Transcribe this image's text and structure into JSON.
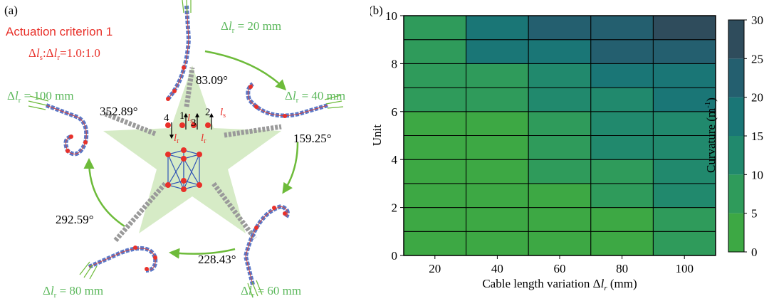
{
  "panel_a": {
    "label": "(a)",
    "criterion": "Actuation criterion 1",
    "ratio": {
      "d1": "Δ",
      "l1": "l",
      "s1": "s",
      "colon1": ":Δ",
      "l2": "l",
      "s2": "r",
      "rest": "=1.0:1.0"
    },
    "arm_labels": [
      {
        "delta": "Δ",
        "l": "l",
        "sub": "r",
        "rest": " = 20 mm"
      },
      {
        "delta": "Δ",
        "l": "l",
        "sub": "r",
        "rest": " = 40 mm"
      },
      {
        "delta": "Δ",
        "l": "l",
        "sub": "r",
        "rest": " = 60 mm"
      },
      {
        "delta": "Δ",
        "l": "l",
        "sub": "r",
        "rest": " = 80 mm"
      },
      {
        "delta": "Δ",
        "l": "l",
        "sub": "r",
        "rest": " = 100 mm"
      }
    ],
    "angles": [
      "83.09°",
      "159.25°",
      "228.43°",
      "292.59°",
      "352.89°"
    ],
    "inset": {
      "n4": "4",
      "n3": "3",
      "n2": "2",
      "n1": "1",
      "ls": "l",
      "ls_sub": "s",
      "lr": "l",
      "lr_sub": "r"
    },
    "colors": {
      "green_text": "#5cb85c",
      "red": "#e8312a",
      "arrow": "#6dbb3a",
      "star": "#d6ebc6"
    }
  },
  "panel_b": {
    "label": "(b)",
    "chart_data": {
      "type": "heatmap",
      "xlabel_pre": "Cable length variation Δ",
      "xlabel_var": "l",
      "xlabel_sub": "r",
      "xlabel_post": " (mm)",
      "ylabel": "Unit",
      "x_categories": [
        "20",
        "40",
        "60",
        "80",
        "100"
      ],
      "x_ticks": [
        "20",
        "40",
        "60",
        "80",
        "100"
      ],
      "y_ticks": [
        "0",
        "2",
        "4",
        "6",
        "8",
        "10"
      ],
      "y_rows": [
        1,
        2,
        3,
        4,
        5,
        6,
        7,
        8,
        9,
        10
      ],
      "values": [
        [
          3,
          3,
          3,
          3,
          7
        ],
        [
          3,
          3,
          3,
          3,
          9
        ],
        [
          3,
          3,
          3,
          5,
          10
        ],
        [
          3,
          3,
          5,
          9,
          11
        ],
        [
          4,
          4,
          8,
          10,
          12
        ],
        [
          4,
          4,
          9,
          11,
          14
        ],
        [
          5,
          8,
          12,
          14,
          17
        ],
        [
          5,
          9,
          13,
          15,
          18
        ],
        [
          7,
          17,
          18,
          20,
          24
        ],
        [
          7,
          19,
          20,
          24,
          28
        ]
      ],
      "colorbar": {
        "label": "Curvature (m",
        "label_sup": "-1",
        "label_close": ")",
        "min": 0,
        "max": 30,
        "ticks": [
          "0",
          "5",
          "10",
          "15",
          "20",
          "25",
          "30"
        ]
      },
      "colormap": [
        "#3da844",
        "#2f9b5b",
        "#21896d",
        "#1a7676",
        "#245f6f",
        "#2f4c5c"
      ]
    }
  }
}
